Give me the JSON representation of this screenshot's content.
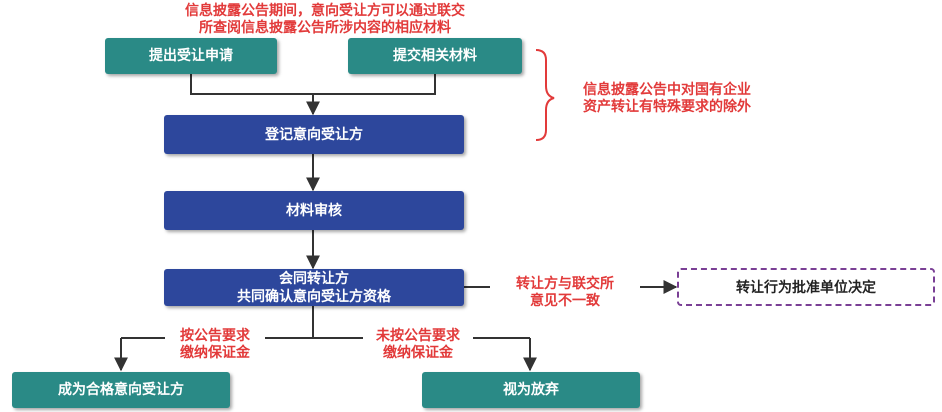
{
  "top_note": [
    "信息披露公告期间，意向受让方可以通过联交",
    "所查阅信息披露公告所涉内容的相应材料"
  ],
  "side_note": [
    "信息披露公告中对国有企业",
    "资产转让有特殊要求的除外"
  ],
  "steps": {
    "apply": "提出受让申请",
    "submit": "提交相关材料",
    "register": "登记意向受让方",
    "review": "材料审核",
    "confirm": [
      "会同转让方",
      "共同确认意向受让方资格"
    ],
    "qualified": "成为合格意向受让方",
    "abandon": "视为放弃"
  },
  "disagree_note": [
    "转让方与联交所",
    "意见不一致"
  ],
  "decision": "转让行为批准单位决定",
  "paid_note": [
    "按公告要求",
    "缴纳保证金"
  ],
  "unpaid_note": [
    "未按公告要求",
    "缴纳保证金"
  ],
  "colors": {
    "teal": "#2a8a86",
    "navy": "#2d479c",
    "red": "#e23a3a",
    "purple": "#7a3f95"
  }
}
